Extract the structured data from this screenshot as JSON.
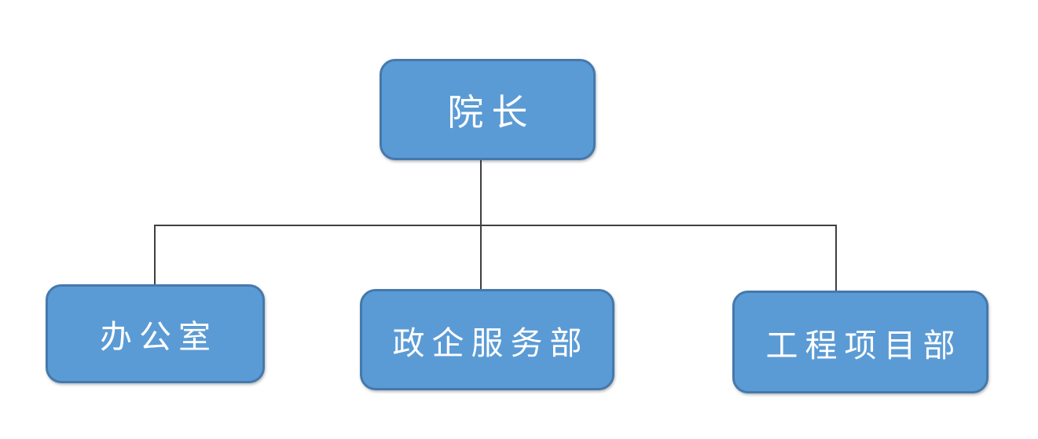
{
  "org_chart": {
    "type": "org-chart",
    "root": {
      "label": "院长"
    },
    "departments": [
      {
        "label": "办公室"
      },
      {
        "label": "政企服务部"
      },
      {
        "label": "工程项目部"
      }
    ]
  },
  "colors": {
    "node_fill": "#5b9bd5",
    "node_border": "#4579ad",
    "node_text": "#ffffff",
    "connector": "#404040",
    "background": "#ffffff"
  }
}
